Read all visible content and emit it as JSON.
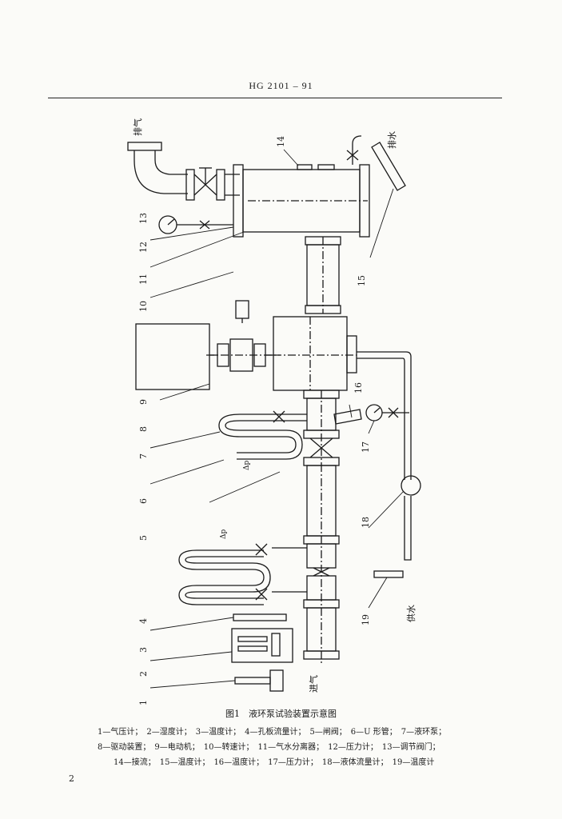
{
  "header": {
    "standard_no": "HG 2101 – 91"
  },
  "figure": {
    "caption": "图1　液环泵试验装置示意图",
    "labels": {
      "exhaust_gas": "排气",
      "drain_water_top": "排水",
      "supply_water": "供水",
      "inlet_gas": "进气",
      "n1": "1",
      "n2": "2",
      "n3": "3",
      "n4": "4",
      "n5": "5",
      "n6": "6",
      "n7": "7",
      "n8": "8",
      "n9": "9",
      "n10": "10",
      "n11": "11",
      "n12": "12",
      "n13": "13",
      "n14": "14",
      "n15": "15",
      "n16": "16",
      "n17": "17",
      "n18": "18",
      "n19": "19",
      "delta_p": "Δp"
    }
  },
  "legend": {
    "line1": "1—气压计；　2—湿度计；　3—温度计；　4—孔板流量计；　5—闸阀；　6—U 形管；　7—液环泵；",
    "line2": "8—驱动装置；　9—电动机；　10—转速计；　11—气水分离器；　12—压力计；　13—调节阀门；",
    "line3": "14—接流；　15—温度计；　16—温度计；　17—压力计；　18—液体流量计；　19—温度计"
  },
  "page_number": "2"
}
